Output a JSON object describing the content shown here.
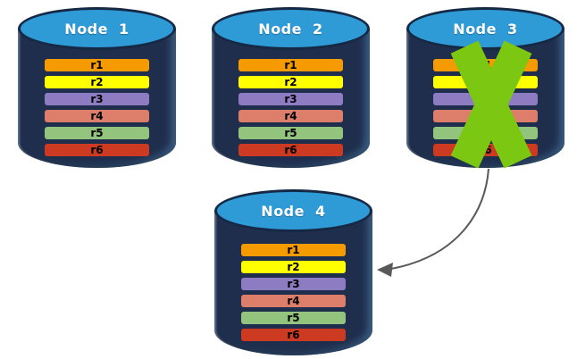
{
  "diagram": {
    "nodes": [
      {
        "label": "Node 1",
        "failed": false,
        "rows": [
          {
            "label": "r1",
            "color": "#F59B00"
          },
          {
            "label": "r2",
            "color": "#FFFF00"
          },
          {
            "label": "r3",
            "color": "#8E7CC3"
          },
          {
            "label": "r4",
            "color": "#DD7E6B"
          },
          {
            "label": "r5",
            "color": "#93C47D"
          },
          {
            "label": "r6",
            "color": "#CC3A21"
          }
        ]
      },
      {
        "label": "Node 2",
        "failed": false,
        "rows": [
          {
            "label": "r1",
            "color": "#F59B00"
          },
          {
            "label": "r2",
            "color": "#FFFF00"
          },
          {
            "label": "r3",
            "color": "#8E7CC3"
          },
          {
            "label": "r4",
            "color": "#DD7E6B"
          },
          {
            "label": "r5",
            "color": "#93C47D"
          },
          {
            "label": "r6",
            "color": "#CC3A21"
          }
        ]
      },
      {
        "label": "Node 3",
        "failed": true,
        "rows": [
          {
            "label": "r1",
            "color": "#F59B00"
          },
          {
            "label": "r2",
            "color": "#FFFF00"
          },
          {
            "label": "r3",
            "color": "#8E7CC3"
          },
          {
            "label": "r4",
            "color": "#DD7E6B"
          },
          {
            "label": "r5",
            "color": "#93C47D"
          },
          {
            "label": "r6",
            "color": "#CC3A21"
          }
        ]
      },
      {
        "label": "Node 4",
        "failed": false,
        "rows": [
          {
            "label": "r1",
            "color": "#F59B00"
          },
          {
            "label": "r2",
            "color": "#FFFF00"
          },
          {
            "label": "r3",
            "color": "#8E7CC3"
          },
          {
            "label": "r4",
            "color": "#DD7E6B"
          },
          {
            "label": "r5",
            "color": "#93C47D"
          },
          {
            "label": "r6",
            "color": "#CC3A21"
          }
        ]
      }
    ],
    "arrow": {
      "from": "Node 3",
      "to": "Node 4"
    },
    "colors": {
      "background": "#FFFFFF",
      "cylinder_body": "#1F2E4D",
      "cylinder_outline": "#152844",
      "cylinder_top": "#2E9AD6",
      "label_text": "#FFFFFF",
      "row_text": "#000000",
      "failure_x": "#7CC711",
      "arrow": "#595959"
    }
  }
}
